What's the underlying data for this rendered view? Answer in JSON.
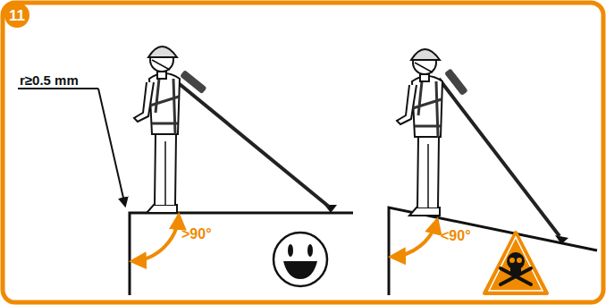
{
  "diagram": {
    "labels": [
      "11",
      "r≥0.5 mm",
      ">90°",
      "<90°"
    ]
  }
}
